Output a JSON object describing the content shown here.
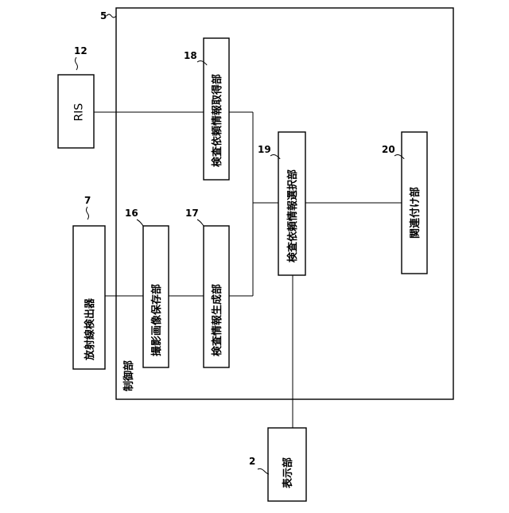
{
  "figure": {
    "control_unit": {
      "ref": "5",
      "label": "制御部"
    },
    "ris": {
      "ref": "12",
      "label": "RIS"
    },
    "detector": {
      "ref": "7",
      "label": "放射線検出器"
    },
    "image_store": {
      "ref": "16",
      "label": "撮影画像保存部"
    },
    "exam_info_gen": {
      "ref": "17",
      "label": "検査情報生成部"
    },
    "request_acquire": {
      "ref": "18",
      "label": "検査依頼情報取得部"
    },
    "request_select": {
      "ref": "19",
      "label": "検査依頼情報選択部"
    },
    "associate": {
      "ref": "20",
      "label": "関連付け部"
    },
    "display": {
      "ref": "2",
      "label": "表示部"
    }
  }
}
